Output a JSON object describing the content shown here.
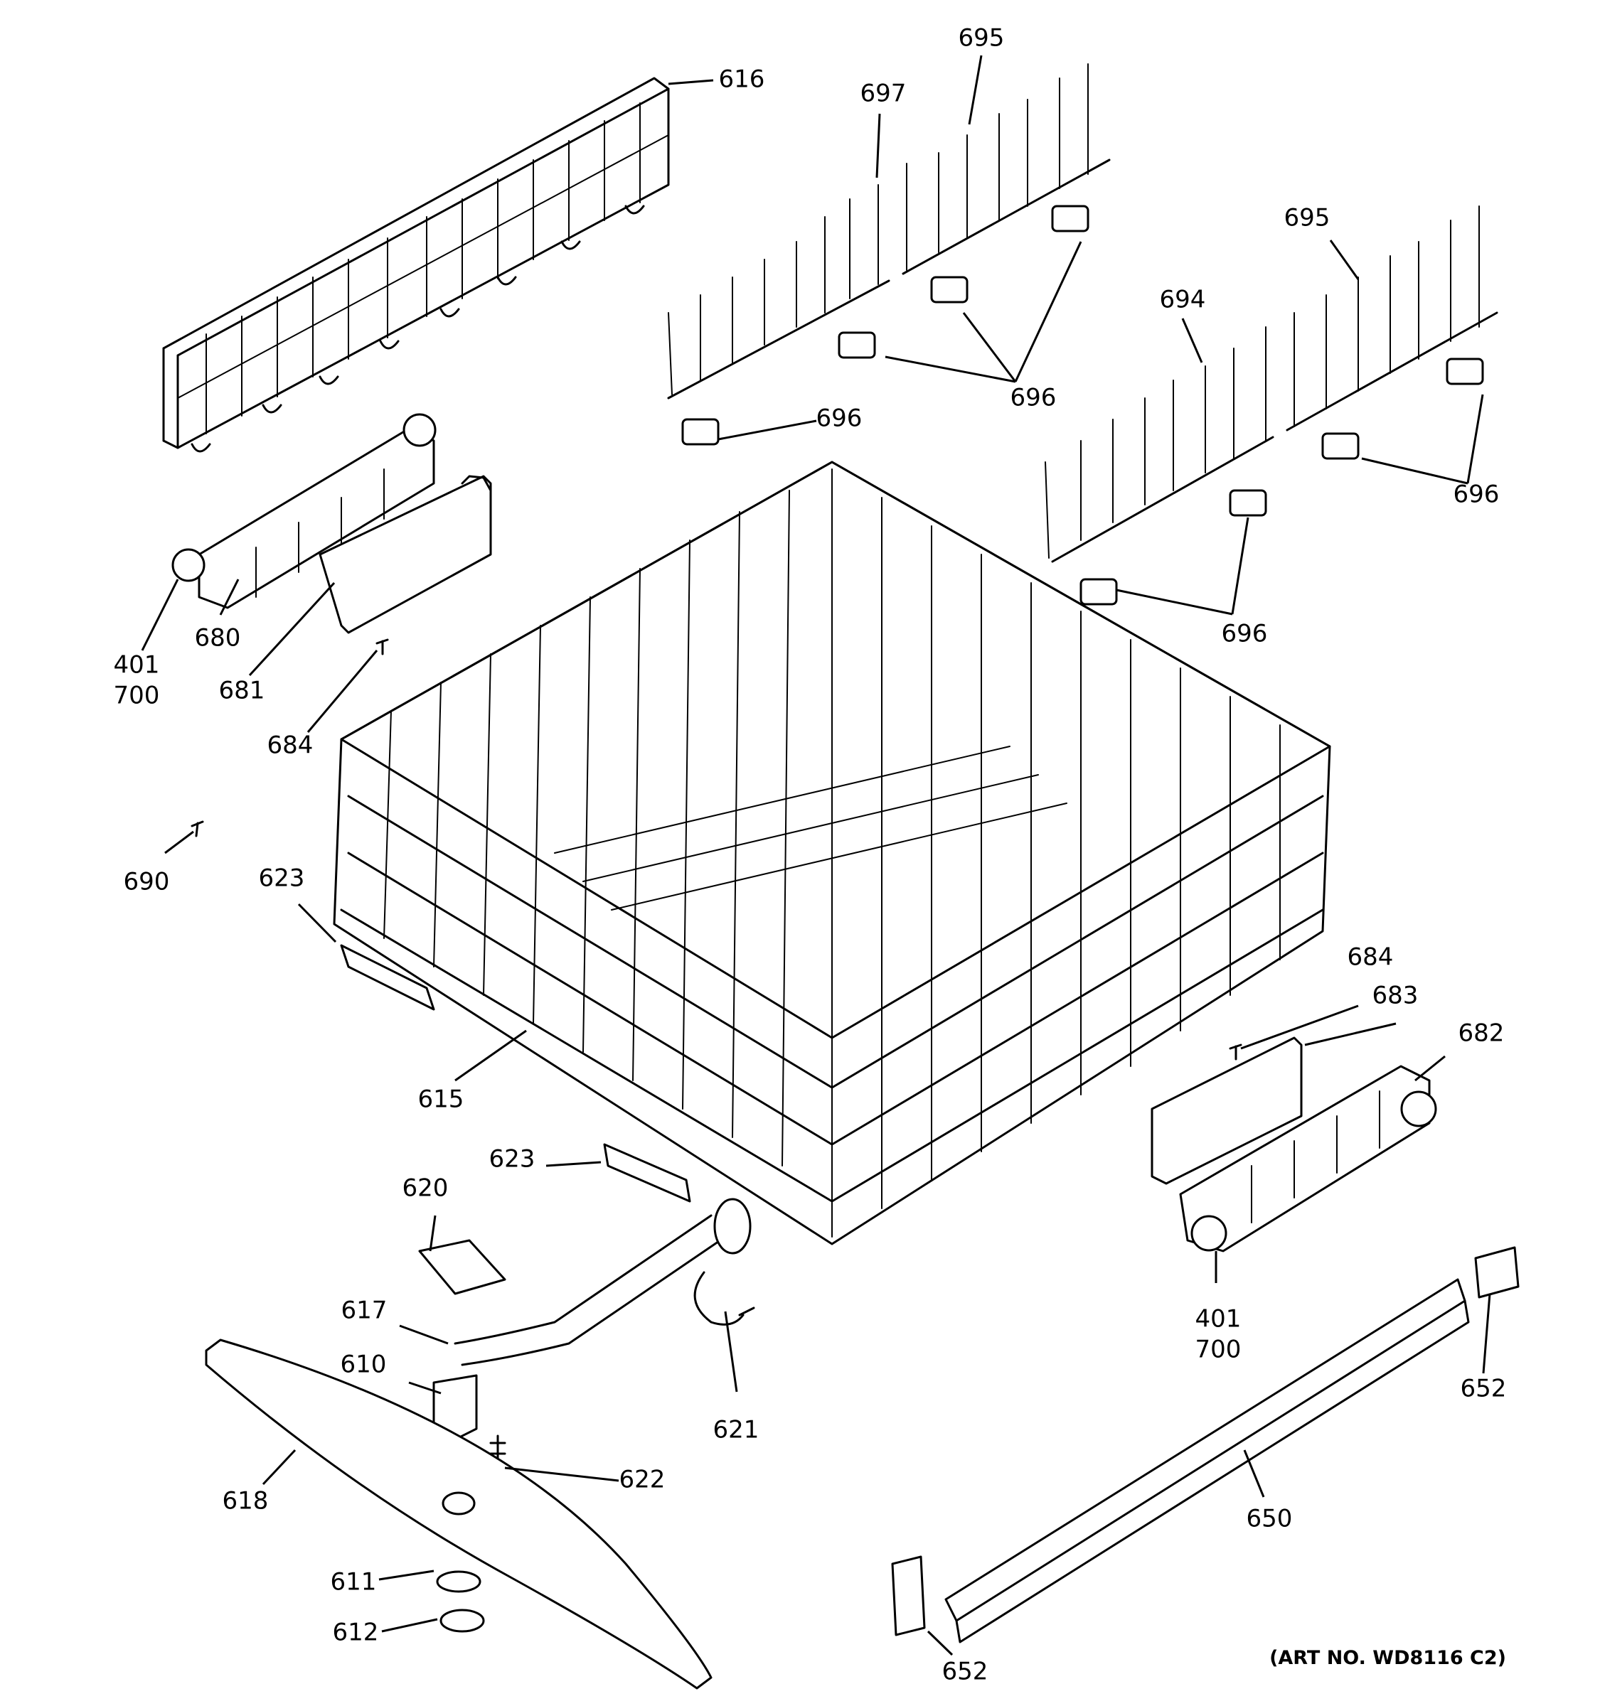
{
  "callouts": {
    "c616": "616",
    "c697": "697",
    "c695a": "695",
    "c695b": "695",
    "c694": "694",
    "c696a": "696",
    "c696b": "696",
    "c696c": "696",
    "c696d": "696",
    "c401a": "401",
    "c700a": "700",
    "c680": "680",
    "c681": "681",
    "c684a": "684",
    "c690": "690",
    "c623a": "623",
    "c615": "615",
    "c623b": "623",
    "c620": "620",
    "c617": "617",
    "c610": "610",
    "c621": "621",
    "c622": "622",
    "c618": "618",
    "c611": "611",
    "c612": "612",
    "c684b": "684",
    "c683": "683",
    "c682": "682",
    "c401b": "401",
    "c700b": "700",
    "c652a": "652",
    "c650": "650",
    "c652b": "652"
  },
  "art_number": "(ART NO. WD8116 C2)"
}
